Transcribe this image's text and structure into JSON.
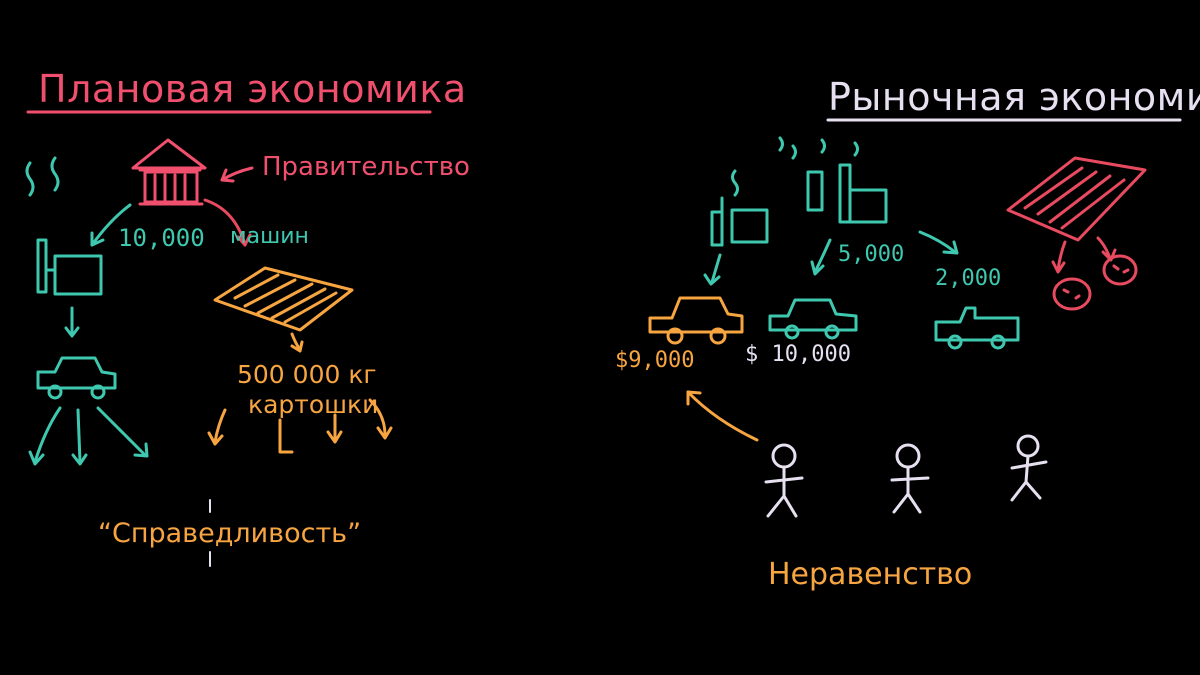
{
  "left": {
    "title": "Плановая экономика",
    "government_label": "Правительство",
    "cars_count": "10,000",
    "cars_unit": "машин",
    "potato_amount": "500 000 кг",
    "potato_unit": "картошки",
    "outcome": "“Справедливость”"
  },
  "right": {
    "title": "Рыночная экономика",
    "count_a": "5,000",
    "count_b": "2,000",
    "price_a": "$9,000",
    "price_b": "$ 10,000",
    "outcome": "Неравенство"
  },
  "colors": {
    "pink": "#f0506e",
    "red": "#e84a5f",
    "orange": "#f7a541",
    "teal": "#3fc8b0",
    "lavender": "#e6e0f0",
    "background": "#000000"
  },
  "icons": [
    "government-building-icon",
    "factory-icon",
    "car-icon",
    "truck-icon",
    "potato-field-icon",
    "potato-icon",
    "stick-figure-icon",
    "arrow-icon"
  ]
}
